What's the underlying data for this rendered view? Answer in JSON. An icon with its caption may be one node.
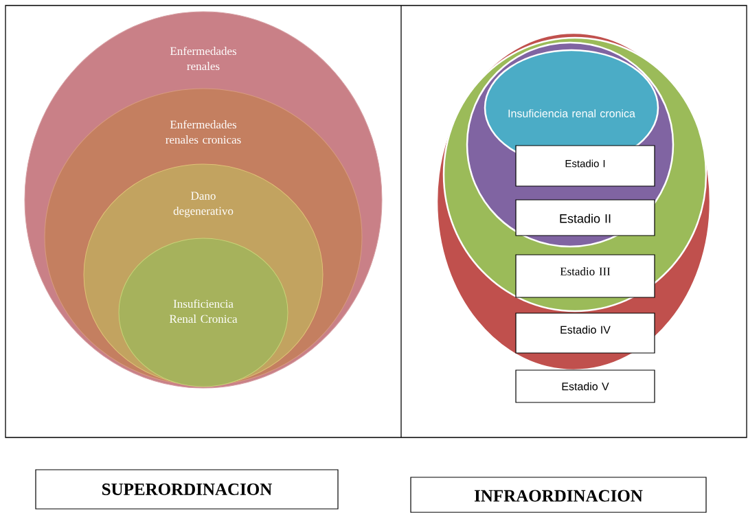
{
  "diagram": {
    "nodes": [
      {
        "text": [
          "Enfermedades renales"
        ]
      },
      {
        "text": [
          "Enfermedades renales cronicas"
        ],
        "in": 0
      },
      {
        "text": [
          "Dano degenerativo"
        ],
        "in": 1
      },
      {
        "text": [
          "Insuficiencia Renal Cronica"
        ],
        "in": 2
      },
      {
        "text": [],
        "shape": "circle"
      },
      {
        "text": [],
        "shape": "circle",
        "in": 4
      },
      {
        "text": [],
        "shape": "circle",
        "in": 5
      },
      {
        "text": [
          "Insuficiencia renal cronica"
        ],
        "in": 6
      },
      {
        "text": [
          "Estadio I"
        ],
        "in": 6
      },
      {
        "text": [
          "Estadio II"
        ],
        "in": 6
      },
      {
        "text": [
          "Estadio III"
        ],
        "in": 5
      },
      {
        "text": [
          "Estadio IV"
        ],
        "in": 4
      },
      {
        "text": [
          "Estadio V"
        ]
      },
      {
        "text": [
          "SUPERORDINACION"
        ]
      },
      {
        "text": [
          "INFRAORDINACION"
        ]
      }
    ]
  }
}
